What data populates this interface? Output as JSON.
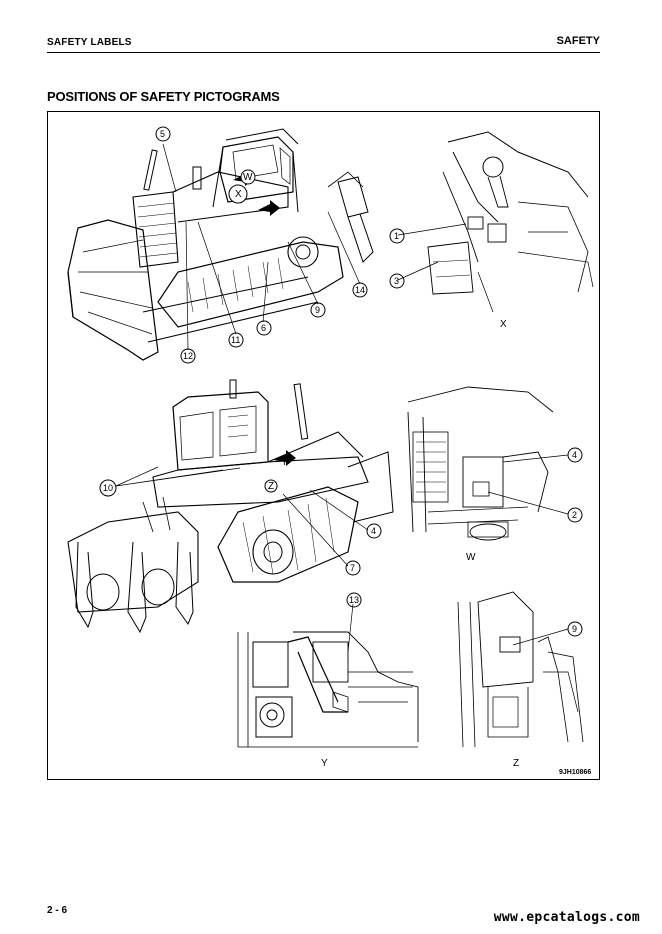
{
  "header": {
    "left": "SAFETY LABELS",
    "right": "SAFETY"
  },
  "section_title": "POSITIONS OF SAFETY PICTOGRAMS",
  "figure": {
    "code": "9JH10866",
    "views": {
      "x": "X",
      "w": "W",
      "y": "Y",
      "z": "Z"
    },
    "main_view_labels": [
      "W",
      "X",
      "Y",
      "Z"
    ],
    "callouts": {
      "c5": "5",
      "c12a": "12",
      "c11": "11",
      "c6": "6",
      "c9a": "9",
      "c14": "14",
      "c1": "1",
      "c3": "3",
      "c10": "10",
      "c4a": "4",
      "c7": "7",
      "c4b": "4",
      "c2": "2",
      "c13": "13",
      "c9b": "9"
    }
  },
  "footer": {
    "page": "2 - 6",
    "watermark": "www.epcatalogs.com"
  }
}
